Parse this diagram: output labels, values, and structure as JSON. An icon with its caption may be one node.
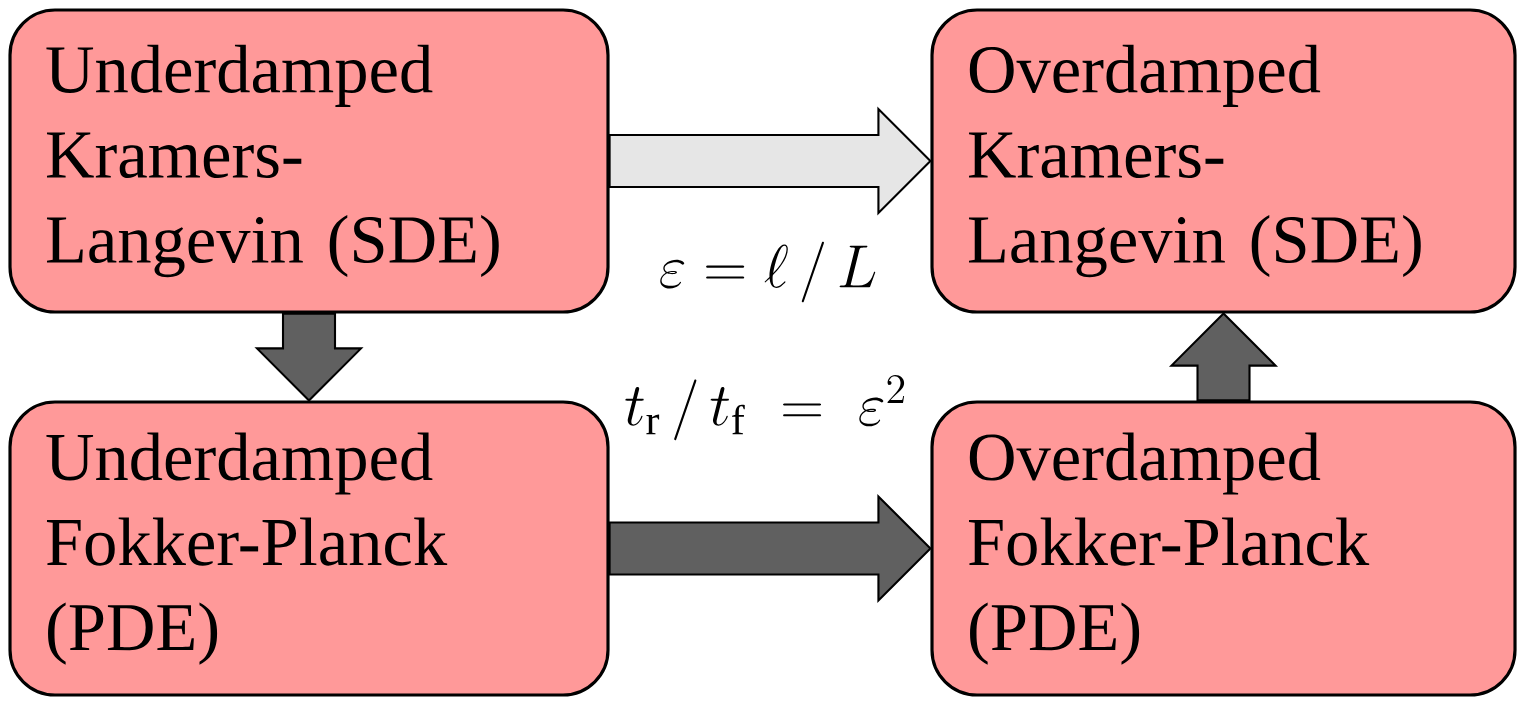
{
  "diagram": {
    "nodes": [
      {
        "text": [
          "Underdamped Kramers- Langevin (SDE)"
        ]
      },
      {
        "text": [
          "Overdamped Kramers- Langevin (SDE)"
        ]
      },
      {
        "text": [
          "Underdamped Fokker-Planck (PDE)"
        ]
      },
      {
        "text": [
          "Overdamped Fokker-Planck (PDE)"
        ]
      }
    ],
    "edges": [
      {
        "from": 0,
        "to": 1,
        "arrow": "to",
        "color": "#e6e6e6"
      },
      {
        "from": 0,
        "to": 2,
        "arrow": "to"
      },
      {
        "from": 2,
        "to": 3,
        "arrow": "to"
      },
      {
        "from": 3,
        "to": 1,
        "arrow": "to"
      }
    ],
    "labels": [
      "\\varepsilon = \\ell \\,/\\, L",
      "t_{\\mathrm{r}} \\,/\\, t_{\\mathrm{f}} \\;=\\; \\varepsilon^{2}"
    ]
  }
}
